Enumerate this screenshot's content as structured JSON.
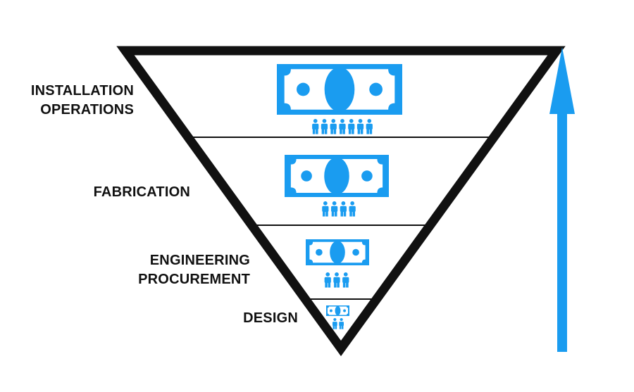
{
  "levels": [
    {
      "lines": [
        "INSTALLATION",
        "OPERATIONS"
      ],
      "people_count": 7
    },
    {
      "lines": [
        "FABRICATION"
      ],
      "people_count": 4
    },
    {
      "lines": [
        "ENGINEERING",
        "PROCUREMENT"
      ],
      "people_count": 3
    },
    {
      "lines": [
        "DESIGN"
      ],
      "people_count": 2
    }
  ],
  "colors": {
    "accent": "#1a9cf0",
    "outline": "#111111",
    "text": "#111111",
    "background": "#ffffff"
  },
  "icons": {
    "money": "dollar-bill-icon",
    "person": "person-icon",
    "arrow": "up-arrow-icon"
  }
}
